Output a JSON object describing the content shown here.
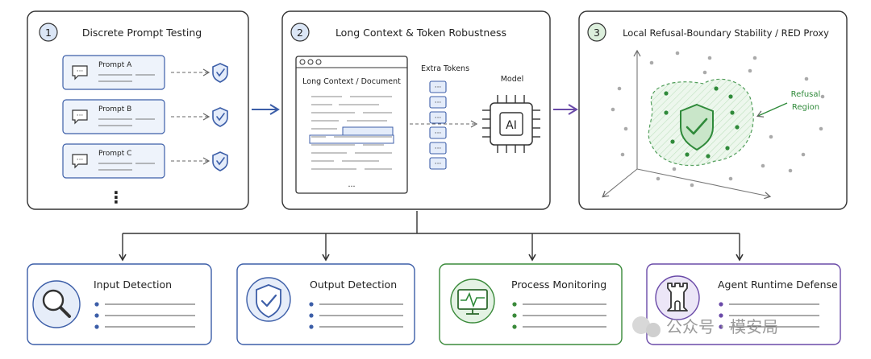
{
  "panels": [
    {
      "number": "1",
      "title": "Discrete Prompt Testing",
      "prompts": [
        "Prompt A",
        "Prompt B",
        "Prompt C"
      ],
      "more": "⋮"
    },
    {
      "number": "2",
      "title": "Long Context & Token Robustness",
      "document_label": "Long Context / Document",
      "document_more": "...",
      "extra_tokens_label": "Extra Tokens",
      "token_glyph": "···",
      "model_label": "Model",
      "chip_label": "AI"
    },
    {
      "number": "3",
      "title": "Local Refusal-Boundary Stability / RED Proxy",
      "region_label_line1": "Refusal",
      "region_label_line2": "Region"
    }
  ],
  "defenses": [
    {
      "label": "Input Detection",
      "icon": "magnifier-icon",
      "color": "#3c5ea8"
    },
    {
      "label": "Output Detection",
      "icon": "shield-check-icon",
      "color": "#3c5ea8"
    },
    {
      "label": "Process Monitoring",
      "icon": "monitor-heartbeat-icon",
      "color": "#3a8a3a"
    },
    {
      "label": "Agent Runtime Defense",
      "icon": "castle-tower-icon",
      "color": "#6a4aa8"
    }
  ],
  "watermark": "公众号 · 模安局",
  "colors": {
    "blue": "#3c5ea8",
    "green": "#2f8a3a",
    "purple": "#6a4aa8",
    "line": "#333333"
  }
}
